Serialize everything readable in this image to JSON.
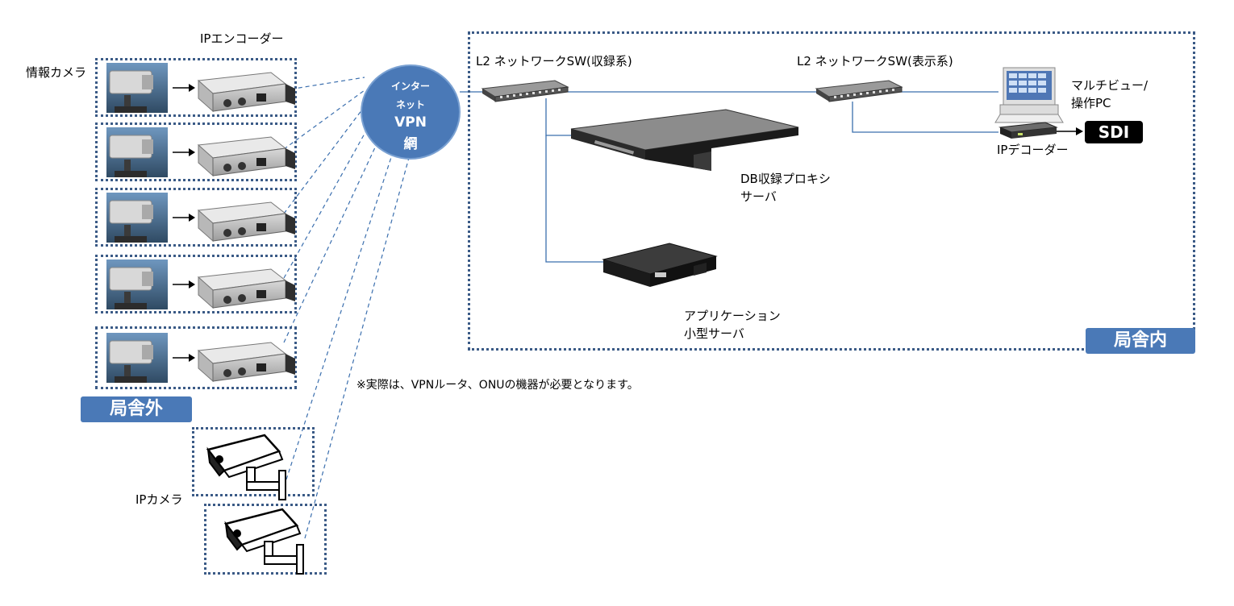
{
  "labels": {
    "ip_encoder": "IPエンコーダー",
    "info_camera": "情報カメラ",
    "ip_camera": "IPカメラ",
    "l2_record": "L2 ネットワークSW(収録系)",
    "l2_display": "L2 ネットワークSW(表示系)",
    "multiview_line1": "マルチビュー/",
    "multiview_line2": "操作PC",
    "ip_decoder": "IPデコーダー",
    "db_server_line1": "DB収録プロキシ",
    "db_server_line2": "サーバ",
    "app_server_line1": "アプリケーション",
    "app_server_line2": "小型サーバ",
    "note": "※実際は、VPNルータ、ONUの機器が必要となります。"
  },
  "hub": {
    "line1": "インター",
    "line2": "ネット",
    "line3": "VPN",
    "line4": "網"
  },
  "tags": {
    "outside": "局舎外",
    "inside": "局舎内",
    "sdi": "SDI"
  },
  "colors": {
    "accent": "#4a79b7",
    "dotted_border": "#3a5a86",
    "link_line": "#3b6fae"
  },
  "icons": [
    "box-camera-icon",
    "ip-encoder-icon",
    "network-switch-icon",
    "rack-server-icon",
    "small-server-icon",
    "desktop-pc-icon",
    "ip-decoder-icon",
    "cctv-camera-icon",
    "arrow-right-icon"
  ]
}
